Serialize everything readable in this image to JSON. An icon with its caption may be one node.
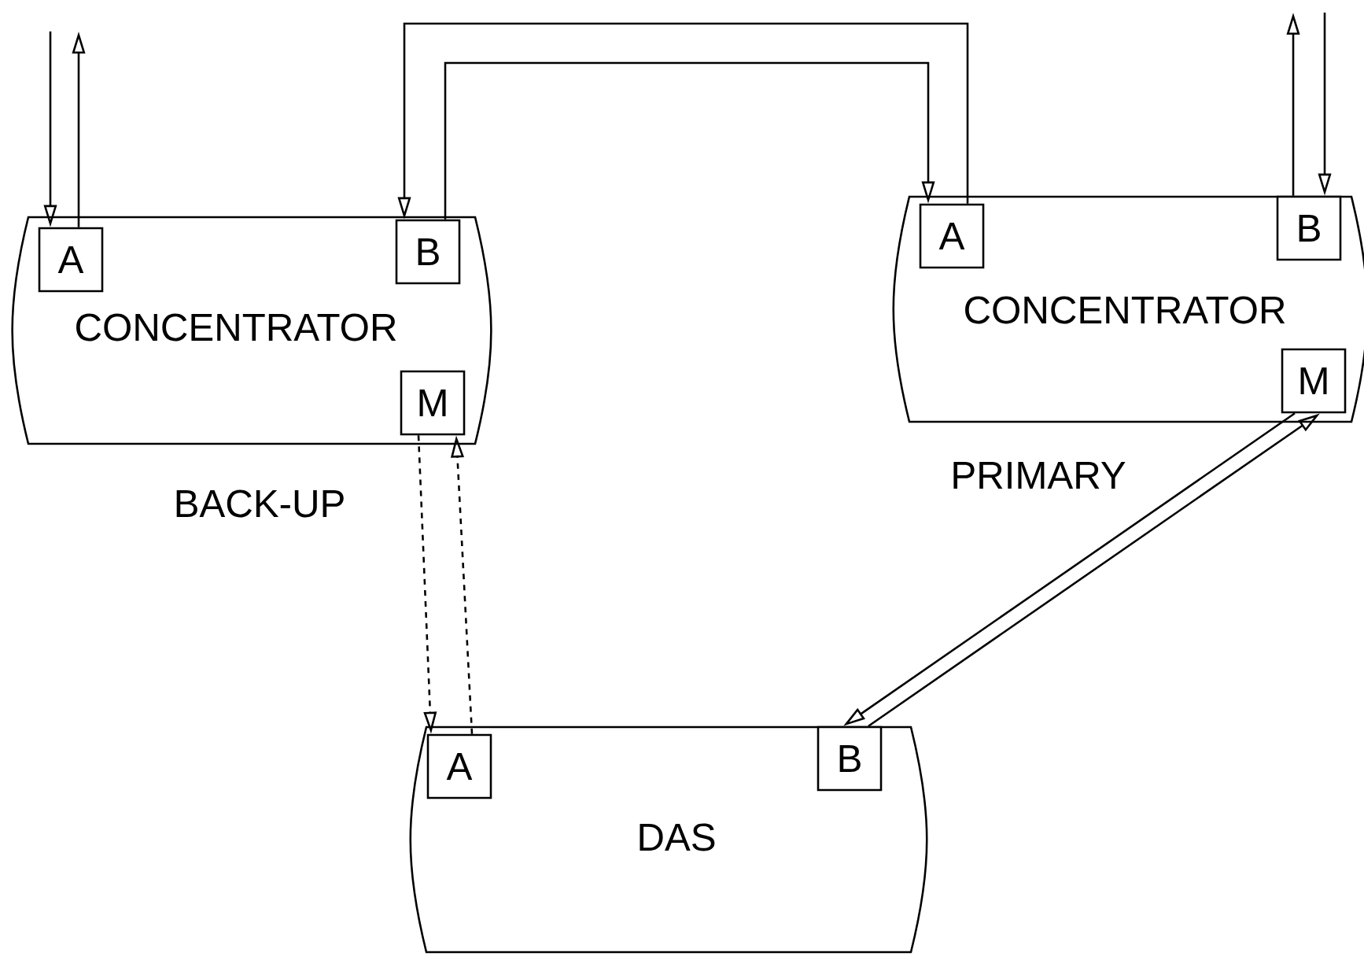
{
  "diagram": {
    "nodes": [
      {
        "text": [
          "CONCENTRATOR"
        ],
        "beside": [
          "BACK-UP"
        ]
      },
      {
        "text": [
          "A"
        ],
        "in": 0
      },
      {
        "text": [
          "B"
        ],
        "in": 0
      },
      {
        "text": [
          "M"
        ],
        "in": 0
      },
      {
        "text": [
          "CONCENTRATOR"
        ],
        "beside": [
          "PRIMARY"
        ]
      },
      {
        "text": [
          "A"
        ],
        "in": 4
      },
      {
        "text": [
          "B"
        ],
        "in": 4
      },
      {
        "text": [
          "M"
        ],
        "in": 4
      },
      {
        "text": [
          "DAS"
        ]
      },
      {
        "text": [
          "A"
        ],
        "in": 8
      },
      {
        "text": [
          "B"
        ],
        "in": 8
      }
    ],
    "edges": [
      {
        "from": null,
        "to": 1,
        "arrow": "to"
      },
      {
        "from": 1,
        "to": null,
        "arrow": "to"
      },
      {
        "from": 6,
        "to": null,
        "arrow": "to"
      },
      {
        "from": null,
        "to": 6,
        "arrow": "to"
      },
      {
        "from": 5,
        "to": 2,
        "arrow": "to"
      },
      {
        "from": 2,
        "to": 5,
        "arrow": "to"
      },
      {
        "from": 3,
        "to": 9,
        "arrow": "to",
        "style": "dashed"
      },
      {
        "from": 9,
        "to": 3,
        "arrow": "to",
        "style": "dashed"
      },
      {
        "from": 7,
        "to": 10,
        "arrow": "to"
      },
      {
        "from": 10,
        "to": 7,
        "arrow": "to"
      }
    ]
  }
}
